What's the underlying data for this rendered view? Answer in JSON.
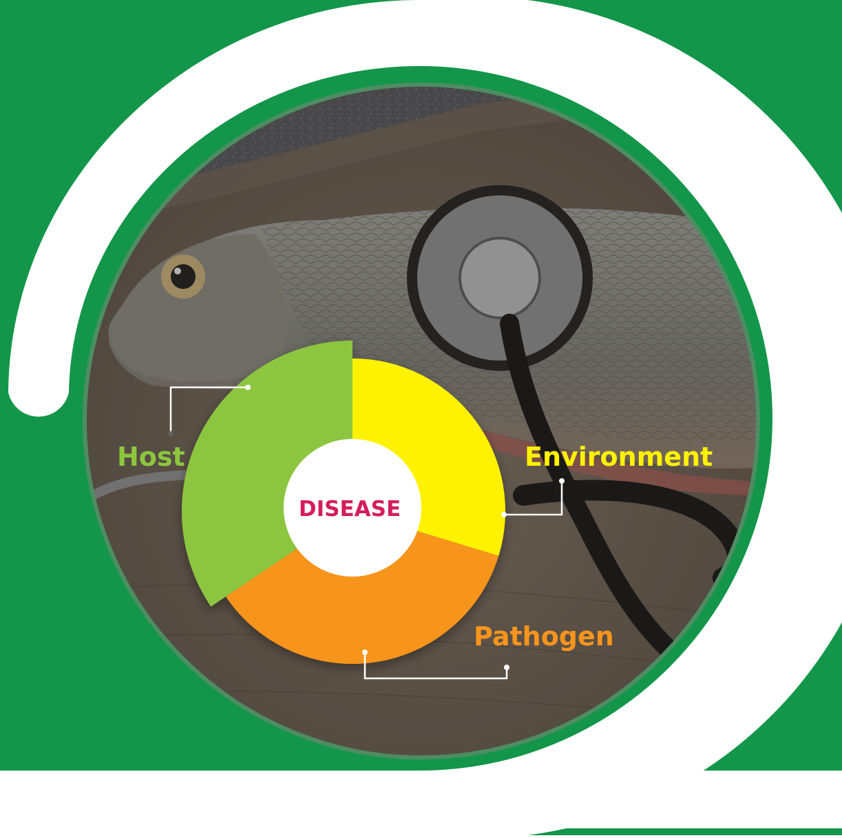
{
  "center_label": "DISEASE",
  "segments": [
    {
      "key": "host",
      "label": "Host",
      "color": "#8cc63f"
    },
    {
      "key": "environment",
      "label": "Environment",
      "color": "#fff200"
    },
    {
      "key": "pathogen",
      "label": "Pathogen",
      "color": "#f7941d"
    }
  ],
  "colors": {
    "background_green": "#13964a",
    "ring": "#ffffff",
    "center_text": "#d41d5c"
  },
  "image": {
    "subject": "fish with stethoscope on wooden board"
  }
}
